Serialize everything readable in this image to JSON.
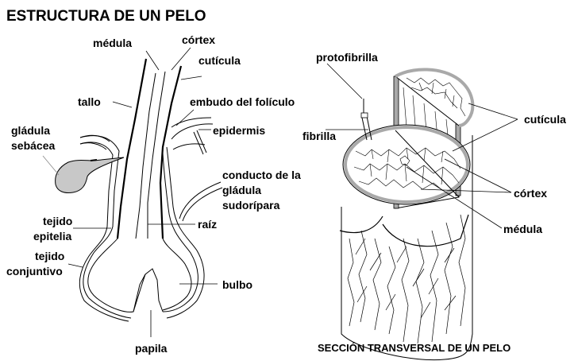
{
  "diagram": {
    "title": "ESTRUCTURA DE UN PELO",
    "subtitle": "SECCIÓN TRANSVERSAL DE UN PELO",
    "colors": {
      "ink": "#000000",
      "gland_fill": "#c8c8c8",
      "cuticle_band": "#a9a9a9",
      "background": "#ffffff"
    },
    "longitudinal_labels": {
      "medula": "médula",
      "cortex": "córtex",
      "cuticula": "cutícula",
      "tallo": "tallo",
      "embudo": "embudo del folículo",
      "epidermis": "epidermis",
      "glandula_sebacea_1": "gládula",
      "glandula_sebacea_2": "sebácea",
      "conducto_1": "conducto de la",
      "conducto_2": "gládula",
      "conducto_3": "sudorípara",
      "raiz": "raíz",
      "tejido_epitelial_1": "tejido",
      "tejido_epitelial_2": "epitelia",
      "tejido_conjuntivo_1": "tejido",
      "tejido_conjuntivo_2": "conjuntivo",
      "bulbo": "bulbo",
      "papila": "papila"
    },
    "cross_section_labels": {
      "protofibrilla": "protofibrilla",
      "fibrilla": "fibrilla",
      "cuticula": "cutícula",
      "cortex": "córtex",
      "medula": "médula"
    }
  }
}
